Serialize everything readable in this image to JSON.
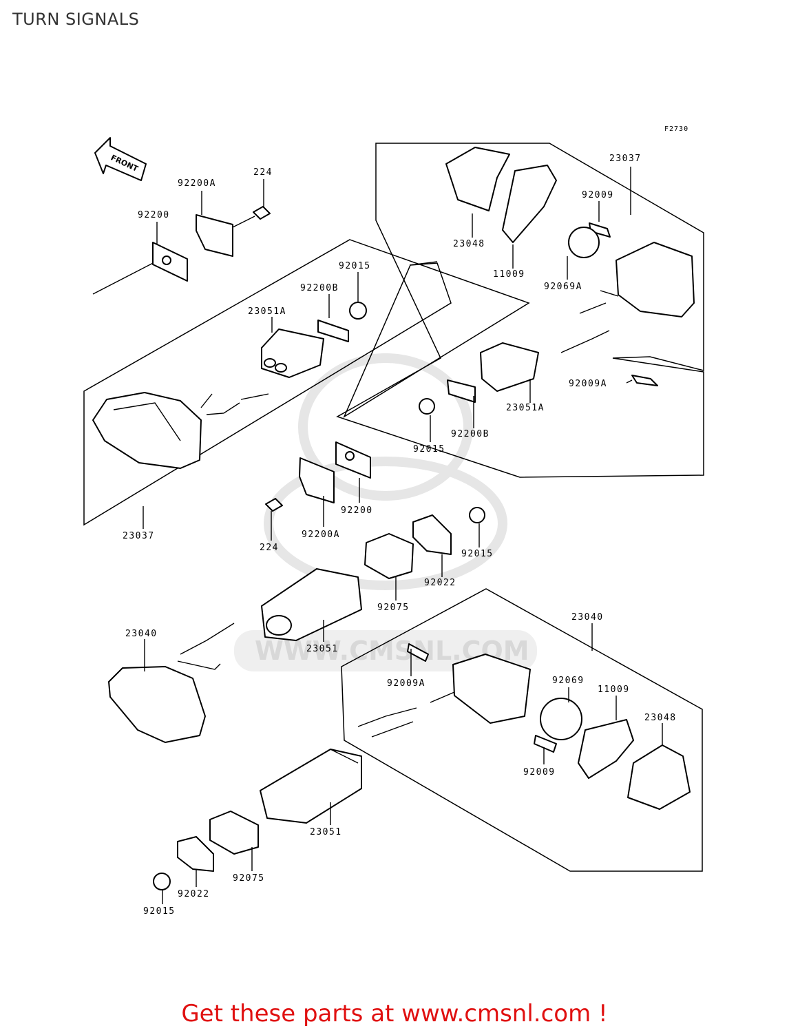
{
  "page": {
    "title": "TURN SIGNALS",
    "figure_code": "F2730",
    "front_indicator": "FRONT",
    "footer": "Get these parts at www.cmsnl.com !",
    "watermark": "WWW.CMSNL.COM"
  },
  "colors": {
    "footer_text": "#e01010",
    "title_text": "#333333",
    "line_art": "#000000",
    "watermark": "#d8d8d8"
  },
  "callouts": [
    "92200A",
    "224",
    "92200",
    "92015",
    "92200B",
    "23051A",
    "23037",
    "23048",
    "92009",
    "11009",
    "92069A",
    "92009A",
    "23051A",
    "92200B",
    "92015",
    "92200",
    "23037",
    "224",
    "92200A",
    "92015",
    "92022",
    "92075",
    "23051",
    "23040",
    "23040",
    "92009A",
    "92069",
    "11009",
    "23048",
    "92009",
    "23051",
    "92075",
    "92022",
    "92015"
  ]
}
